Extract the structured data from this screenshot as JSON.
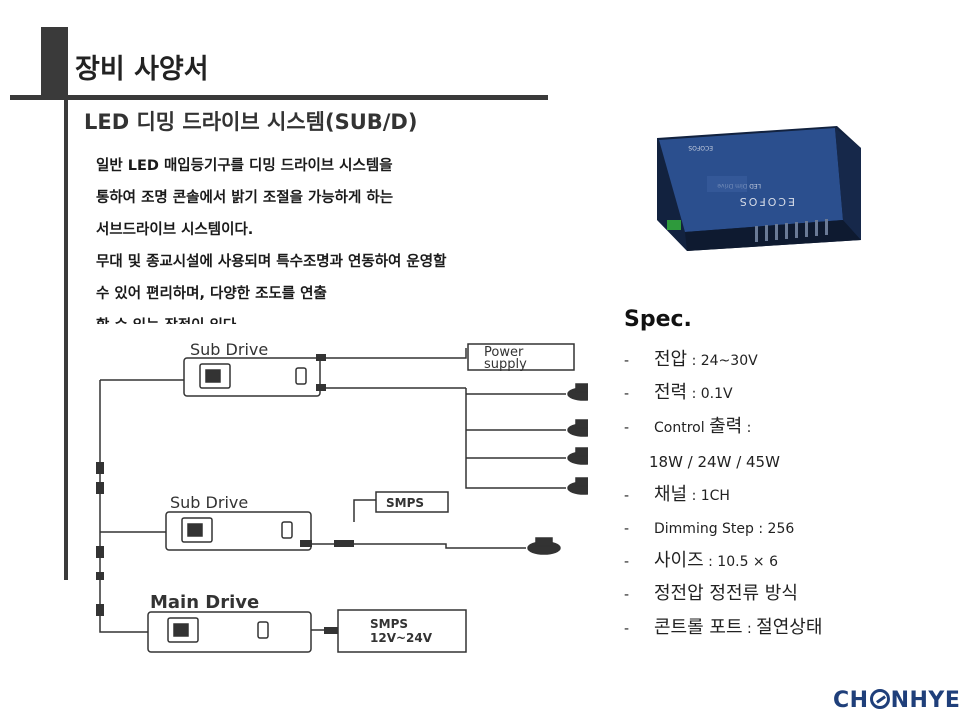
{
  "page_title": "장비 사양서",
  "section_title": "LED 디밍 드라이브 시스템(SUB/D)",
  "description": [
    "  일반 LED 매입등기구를 디밍 드라이브 시스템을",
    "통하여 조명 콘솔에서 밝기 조절을 가능하게 하는",
    "서브드라이브 시스템이다.",
    "  무대 및 종교시설에 사용되며 특수조명과 연동하여 운영할",
    "수 있어 편리하며, 다양한 조도를 연출",
    "할 수 있는 장점이 있다"
  ],
  "photo": {
    "label_brand": "ECOFOS",
    "label_model": "LED Dim Drive",
    "label_top": "ECOFOS"
  },
  "diagram": {
    "sub_drive_1": "Sub Drive",
    "power_supply_line1": "Power",
    "power_supply_line2": "supply",
    "sub_drive_2": "Sub Drive",
    "smps_1": "SMPS",
    "main_drive": "Main Drive",
    "smps_2_line1": "SMPS",
    "smps_2_line2": "12V~24V"
  },
  "spec": {
    "title": "Spec.",
    "dash": "-",
    "items": [
      {
        "ko": "전압",
        "en": " : 24~30V"
      },
      {
        "ko": "전력",
        "en": " : 0.1V"
      },
      {
        "ko": "출력",
        "pre": "Control ",
        "en": " :"
      },
      {
        "ko": "채널",
        "en": " : 1CH"
      },
      {
        "ko": "",
        "en": "Dimming Step : 256"
      },
      {
        "ko": "사이즈",
        "en": " : 10.5 × 6"
      },
      {
        "ko": "정전압 정전류 방식",
        "en": ""
      },
      {
        "ko": "콘트롤 포트",
        "en": " : ",
        "ko2": "절연상태"
      }
    ],
    "control_output_values": "18W / 24W / 45W"
  },
  "logo": {
    "part1": "CH",
    "part2": "NHYE"
  },
  "colors": {
    "bar": "#3a3a3a",
    "logo": "#1f3f7a",
    "device_blue": "#2b4f8e"
  }
}
